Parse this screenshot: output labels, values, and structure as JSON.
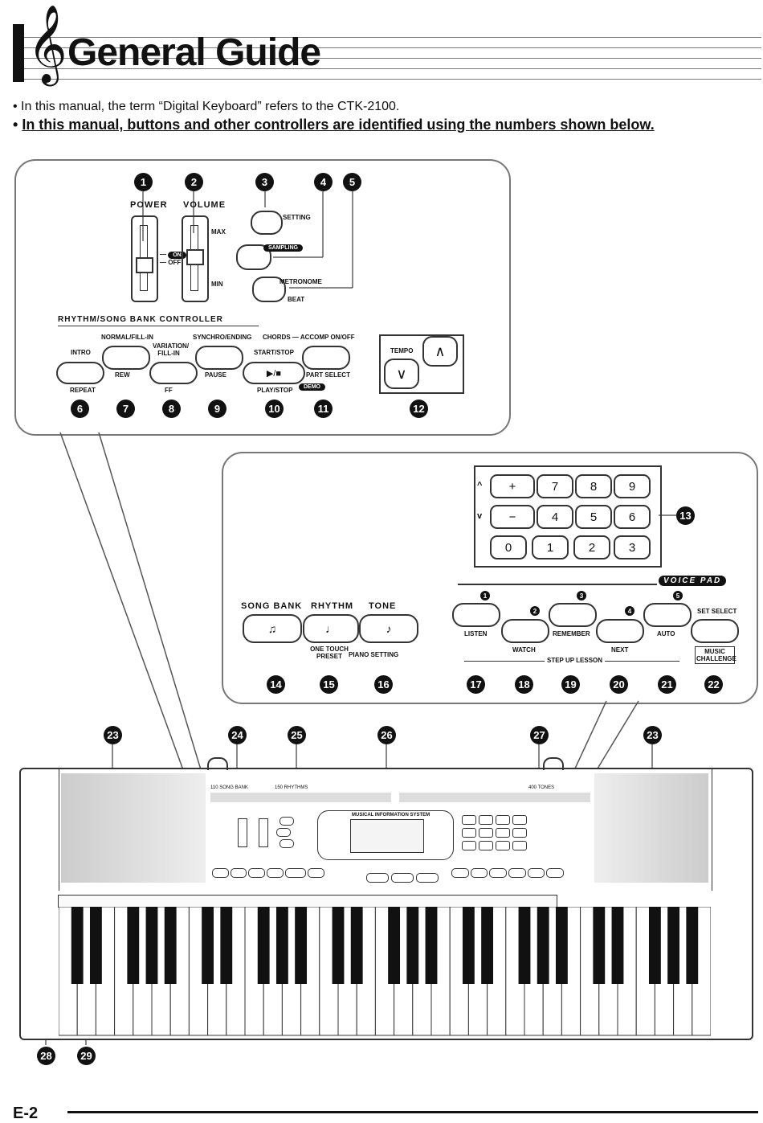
{
  "header": {
    "title": "General Guide"
  },
  "intro": {
    "line1": "• In this manual, the term “Digital Keyboard” refers to the CTK-2100.",
    "line2_bullet": "• ",
    "line2": "In this manual, buttons and other controllers are identified using the numbers shown below."
  },
  "panel1": {
    "power": "POWER",
    "volume": "VOLUME",
    "on": "ON",
    "off": "OFF",
    "max": "MAX",
    "min": "MIN",
    "setting": "SETTING",
    "sampling": "SAMPLING",
    "metronome": "METRONOME",
    "beat": "BEAT",
    "section_title": "RHYTHM/SONG BANK CONTROLLER",
    "intro": "INTRO",
    "repeat": "REPEAT",
    "normal_fill": "NORMAL/FILL-IN",
    "rew": "REW",
    "variation_fill": "VARIATION/ FILL-IN",
    "ff": "FF",
    "synchro": "SYNCHRO/ENDING",
    "pause": "PAUSE",
    "chords_accomp": "CHORDS — ACCOMP ON/OFF",
    "start_stop": "START/STOP",
    "play_stop": "PLAY/STOP",
    "part_select": "PART SELECT",
    "demo": "DEMO",
    "tempo": "TEMPO"
  },
  "panel2": {
    "song_bank": "SONG BANK",
    "rhythm": "RHYTHM",
    "tone": "TONE",
    "one_touch": "ONE TOUCH PRESET",
    "piano_setting": "PIANO SETTING",
    "voice_pad": "VOICE PAD",
    "set_select": "SET SELECT",
    "listen": "LISTEN",
    "watch": "WATCH",
    "remember": "REMEMBER",
    "next": "NEXT",
    "auto": "AUTO",
    "music_challenge": "MUSIC CHALLENGE",
    "step_up_lesson": "STEP UP LESSON",
    "keys_row1": [
      "+",
      "7",
      "8",
      "9"
    ],
    "keys_row2": [
      "−",
      "4",
      "5",
      "6"
    ],
    "keys_row3": [
      "0",
      "1",
      "2",
      "3"
    ],
    "up": "^",
    "down": "v"
  },
  "keyboard": {
    "song_bank_label": "110 SONG BANK",
    "rhythms_label": "150 RHYTHMS",
    "tones_label": "400 TONES",
    "mis_label": "MUSICAL INFORMATION SYSTEM"
  },
  "callouts": [
    "1",
    "2",
    "3",
    "4",
    "5",
    "6",
    "7",
    "8",
    "9",
    "10",
    "11",
    "12",
    "13",
    "14",
    "15",
    "16",
    "17",
    "18",
    "19",
    "20",
    "21",
    "22",
    "23",
    "24",
    "25",
    "26",
    "27",
    "28",
    "29"
  ],
  "footer": {
    "page_number": "E-2"
  }
}
